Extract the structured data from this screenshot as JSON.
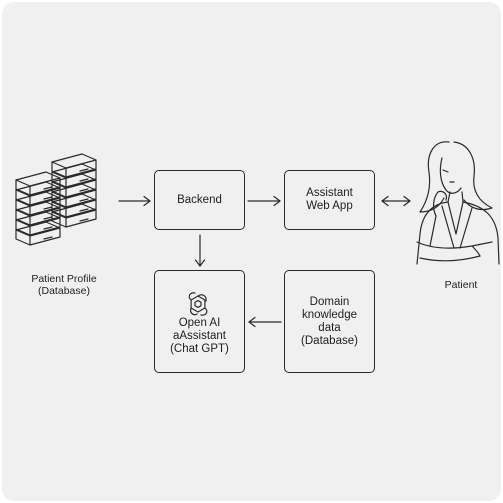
{
  "nodes": {
    "backend": "Backend",
    "assistant_web_app": "Assistant\nWeb App",
    "openai_assistant": "Open AI\naAssistant\n(Chat GPT)",
    "domain_knowledge": "Domain\nknowledge\ndata\n(Database)"
  },
  "captions": {
    "patient_profile": "Patient Profile\n(Database)",
    "patient": "Patient"
  },
  "icons": {
    "database_stack": "server-stack-icon",
    "openai_logo": "openai-logo-icon",
    "patient_figure": "patient-illustration"
  },
  "colors": {
    "background": "#f1f0f1",
    "stroke": "#2a2a2a"
  }
}
